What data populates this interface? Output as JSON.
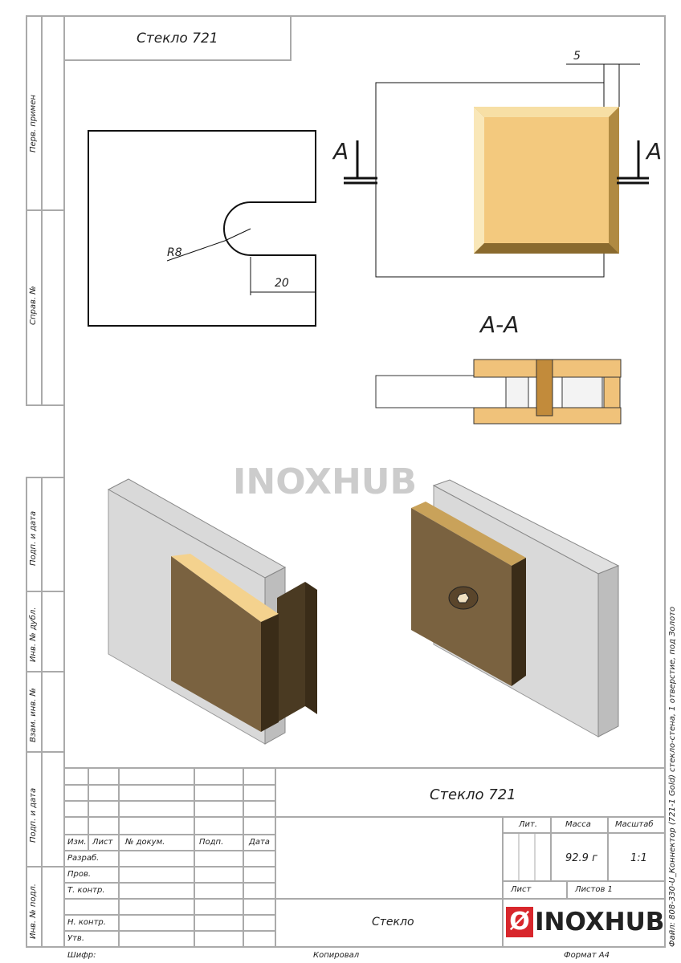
{
  "header_box": {
    "mirrored_title": "Стекло 721"
  },
  "side_labels": [
    "Перв. примен",
    "Справ. №",
    "Подп. и дата",
    "Инв. № дубл.",
    "Взам. инв. №",
    "Подп. и дата",
    "Инв. № подл."
  ],
  "drawing": {
    "dim_radius": "R8",
    "dim_slot": "20",
    "dim_offset": "5",
    "section_mark_left": "A",
    "section_mark_right": "A",
    "section_title": "A-A",
    "watermark": "INOXHUB"
  },
  "title_block": {
    "name": "Стекло 721",
    "material": "Стекло",
    "columns": [
      "Изм.",
      "Лист",
      "№ докум.",
      "Подп.",
      "Дата"
    ],
    "roles": [
      "Разраб.",
      "Пров.",
      "Т. контр.",
      "",
      "Н. контр.",
      "Утв."
    ],
    "lit_label": "Лит.",
    "mass_label": "Масса",
    "scale_label": "Масштаб",
    "mass": "92.9 г",
    "scale": "1:1",
    "sheet_label": "Лист",
    "sheets_label": "Листов 1",
    "logo": "INOXHUB",
    "cipher": "Шифр:",
    "copied": "Копировал",
    "format": "Формат A4"
  },
  "file_note": "Файл: 808-330-U_Коннектор (721-1 Gold) стекло-стена, 1 отверстие, под Золото",
  "colors": {
    "gold": "#f2c77a",
    "bronze": "#7a6240",
    "logo_red": "#d8262c"
  }
}
